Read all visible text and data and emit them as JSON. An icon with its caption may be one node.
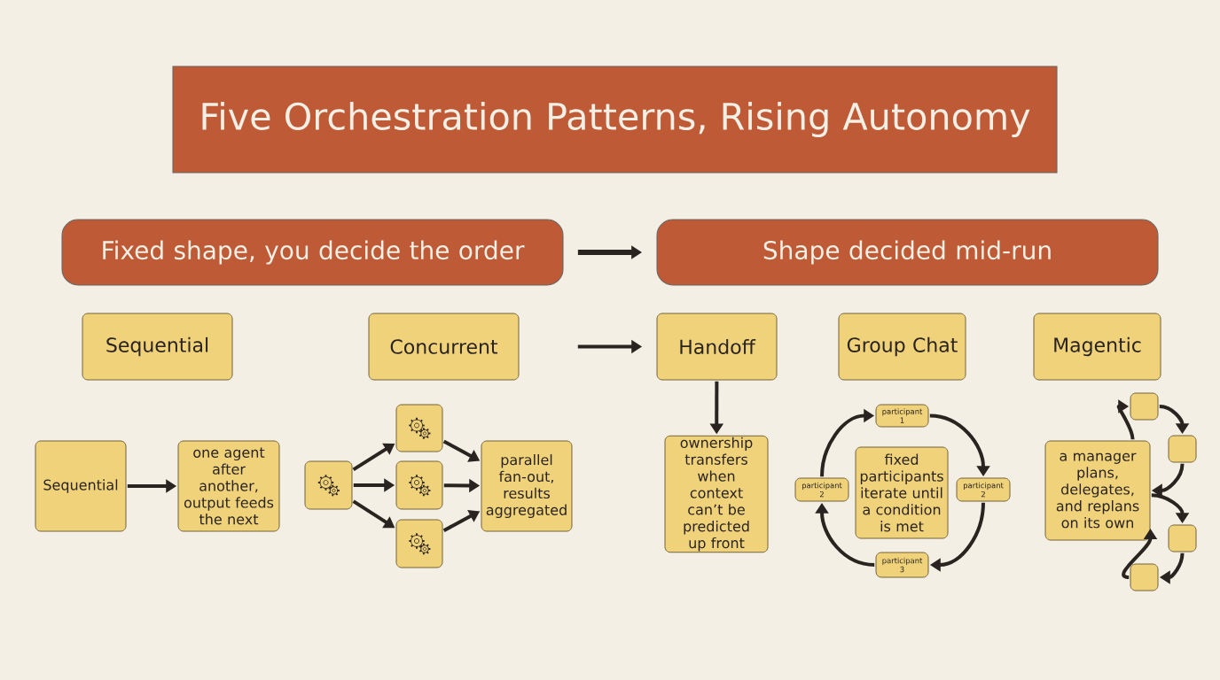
{
  "diagram": {
    "title": "Five Orchestration Patterns, Rising Autonomy",
    "nodes": [
      {
        "text": [
          "Fixed shape, you decide the order"
        ]
      },
      {
        "text": [
          "Shape decided mid-run"
        ]
      },
      {
        "text": [
          "Sequential"
        ]
      },
      {
        "text": [
          "Concurrent"
        ]
      },
      {
        "text": [
          "Handoff"
        ]
      },
      {
        "text": [
          "Group Chat"
        ]
      },
      {
        "text": [
          "Magentic"
        ]
      },
      {
        "text": [
          "Sequential"
        ]
      },
      {
        "text": [
          "one agent after another, output feeds the next"
        ]
      },
      {
        "text": [],
        "shape": "box"
      },
      {
        "text": [],
        "shape": "box"
      },
      {
        "text": [],
        "shape": "box"
      },
      {
        "text": [],
        "shape": "box"
      },
      {
        "text": [
          "parallel fan-out, results aggregated"
        ]
      },
      {
        "text": [
          "ownership transfers when context can’t be predicted up front"
        ]
      },
      {
        "text": [
          "participant 1"
        ]
      },
      {
        "text": [
          "participant 2"
        ]
      },
      {
        "text": [
          "fixed participants iterate until a condition is met"
        ]
      },
      {
        "text": [
          "participant 2"
        ]
      },
      {
        "text": [
          "participant 3"
        ]
      },
      {
        "text": [
          "a manager plans, delegates, and replans on its own"
        ]
      },
      {
        "text": [],
        "shape": "box"
      },
      {
        "text": [],
        "shape": "box"
      },
      {
        "text": [],
        "shape": "box"
      },
      {
        "text": [],
        "shape": "box"
      }
    ],
    "edges": [
      {
        "from": 0,
        "to": 1,
        "arrow": "to"
      },
      {
        "from": 3,
        "to": 4,
        "arrow": "to"
      },
      {
        "from": 7,
        "to": 8,
        "arrow": "to"
      },
      {
        "from": 9,
        "to": 10,
        "arrow": "to"
      },
      {
        "from": 9,
        "to": 11,
        "arrow": "to"
      },
      {
        "from": 9,
        "to": 12,
        "arrow": "to"
      },
      {
        "from": 10,
        "to": 13,
        "arrow": "to"
      },
      {
        "from": 11,
        "to": 13,
        "arrow": "to"
      },
      {
        "from": 12,
        "to": 13,
        "arrow": "to"
      },
      {
        "from": 4,
        "to": 14,
        "arrow": "to"
      },
      {
        "from": 15,
        "to": 18,
        "arrow": "to"
      },
      {
        "from": 18,
        "to": 19,
        "arrow": "to"
      },
      {
        "from": 19,
        "to": 16,
        "arrow": "to"
      },
      {
        "from": 16,
        "to": 15,
        "arrow": "to"
      },
      {
        "from": 20,
        "to": 21,
        "arrow": "to"
      },
      {
        "from": 21,
        "to": 22,
        "arrow": "to"
      },
      {
        "from": 22,
        "to": 20,
        "arrow": "to"
      },
      {
        "from": 20,
        "to": 23,
        "arrow": "to"
      },
      {
        "from": 23,
        "to": 24,
        "arrow": "to"
      },
      {
        "from": 24,
        "to": 20,
        "arrow": "to"
      }
    ]
  }
}
